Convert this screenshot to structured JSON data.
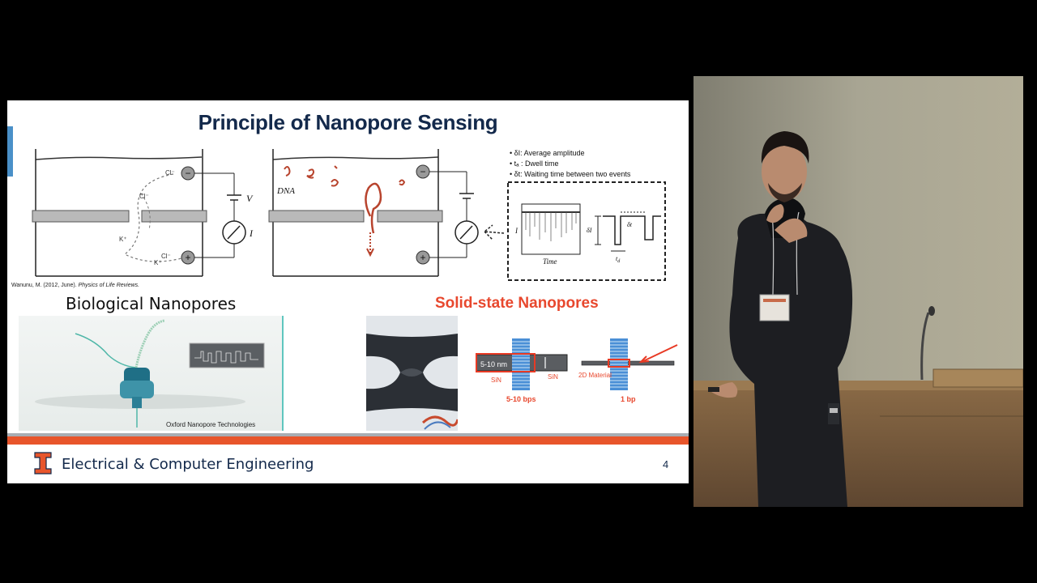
{
  "slide": {
    "title": "Principle of Nanopore Sensing",
    "citation_author": "Wanunu, M. (2012, June).",
    "citation_journal": "Physics of Life Reviews.",
    "legend": [
      "• δI: Average amplitude",
      "• tₐ : Dwell time",
      "• δt: Waiting time between two events"
    ],
    "diagram_labels": {
      "cl1": "Cl⁻",
      "cl2": "Cl⁻",
      "cl3": "Cl⁻",
      "k1": "K⁺",
      "k2": "K⁺",
      "minus": "−",
      "plus": "+",
      "v": "V",
      "i": "I",
      "dna": "DNA",
      "trace_i": "I",
      "time": "Time",
      "delta_i": "δI",
      "delta_t": "δt",
      "td": "t",
      "td_sub": "d"
    },
    "bio_title": "Biological Nanopores",
    "bio_caption": "Oxford Nanopore Technologies",
    "ss_title": "Solid-state Nanopores",
    "ss_labels": {
      "thickness": "5-10 nm",
      "sin_left": "SiN",
      "sin_right": "SiN",
      "bps": "5-10 bps",
      "material": "2D Material",
      "bp": "1 bp"
    },
    "footer_text": "Electrical & Computer Engineering",
    "page_number": "4"
  },
  "colors": {
    "title_navy": "#13294b",
    "illinois_orange": "#e8552b",
    "solid_state_red": "#e8482e",
    "dna_red": "#b8442e"
  }
}
